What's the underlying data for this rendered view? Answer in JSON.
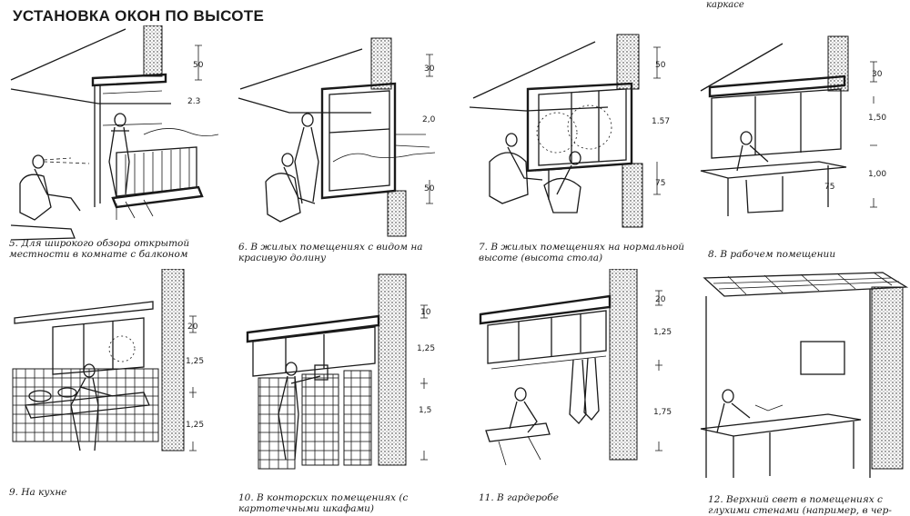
{
  "title": "УСТАНОВКА ОКОН ПО ВЫСОТЕ",
  "corner_note": "каркасе",
  "panels": [
    {
      "dims": [
        "50",
        "2.3"
      ],
      "caption": "5. Для широкого обзора открытой местности в комнате с балконом"
    },
    {
      "dims": [
        "30",
        "2,0",
        "50"
      ],
      "caption": "6. В жилых помещениях с видом на красивую долину"
    },
    {
      "dims": [
        "50",
        "1.57",
        "75"
      ],
      "caption": "7. В жилых помещениях на нормальной высоте (высота стола)"
    },
    {
      "dims": [
        "30",
        "1,50",
        "1,00",
        "75"
      ],
      "caption": "8. В рабочем помещении"
    },
    {
      "dims": [
        "20",
        "1,25",
        "1,25"
      ],
      "caption": "9. На кухне"
    },
    {
      "dims": [
        "10",
        "1,25",
        "1,5"
      ],
      "caption": "10. В конторских помещениях (с картотечными шкафами)"
    },
    {
      "dims": [
        "20",
        "1,25",
        "1,75"
      ],
      "caption": "11. В гардеробе"
    },
    {
      "dims": [],
      "caption": "12. Верхний свет в помещениях с глухими стенами (например, в чер-"
    }
  ]
}
